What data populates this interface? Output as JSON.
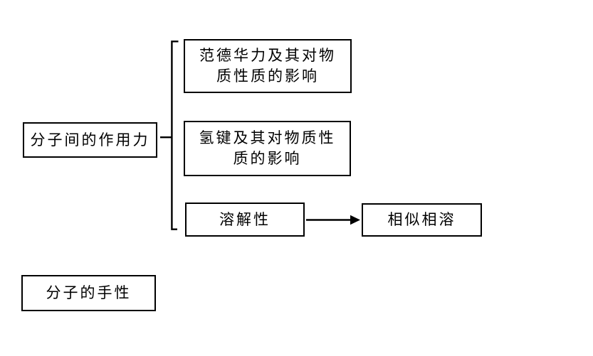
{
  "canvas": {
    "background_color": "#ffffff",
    "ink_color": "#000000"
  },
  "diagram": {
    "nodes": {
      "intermolecular": {
        "label": "分子间的作用力"
      },
      "vdw": {
        "line1": "范德华力及其对物",
        "line2": "质性质的影响"
      },
      "hbond": {
        "line1": "氢键及其对物质性",
        "line2": "质的影响"
      },
      "solubility": {
        "label": "溶解性"
      },
      "like_dissolves": {
        "label": "相似相溶"
      },
      "chirality": {
        "label": "分子的手性"
      }
    }
  }
}
